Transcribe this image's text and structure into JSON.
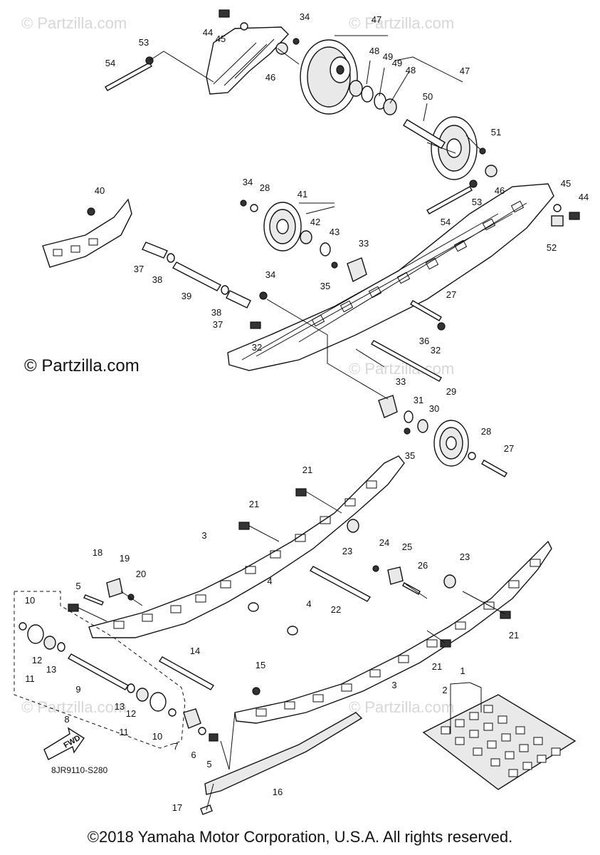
{
  "watermark": {
    "faint": "© Partzilla.com",
    "main": "© Partzilla.com"
  },
  "fwd_label": "FWD",
  "diagram_code": "8JR9110-S280",
  "copyright": "©2018 Yamaha Motor Corporation, U.S.A. All rights reserved.",
  "callouts": {
    "c1": "1",
    "c2": "2",
    "c3a": "3",
    "c3b": "3",
    "c4a": "4",
    "c4b": "4",
    "c5a": "5",
    "c5b": "5",
    "c6": "6",
    "c7": "7",
    "c8": "8",
    "c9": "9",
    "c10a": "10",
    "c10b": "10",
    "c11a": "11",
    "c11b": "11",
    "c12a": "12",
    "c12b": "12",
    "c13a": "13",
    "c13b": "13",
    "c14": "14",
    "c15": "15",
    "c16": "16",
    "c17": "17",
    "c18": "18",
    "c19": "19",
    "c20": "20",
    "c21a": "21",
    "c21b": "21",
    "c21c": "21",
    "c21d": "21",
    "c22": "22",
    "c23a": "23",
    "c23b": "23",
    "c24": "24",
    "c25": "25",
    "c26": "26",
    "c27a": "27",
    "c27b": "27",
    "c28a": "28",
    "c28b": "28",
    "c29": "29",
    "c30": "30",
    "c31": "31",
    "c32a": "32",
    "c32b": "32",
    "c33a": "33",
    "c33b": "33",
    "c34a": "34",
    "c34b": "34",
    "c34c": "34",
    "c35a": "35",
    "c35b": "35",
    "c36": "36",
    "c37a": "37",
    "c37b": "37",
    "c38a": "38",
    "c38b": "38",
    "c39": "39",
    "c40": "40",
    "c41": "41",
    "c42": "42",
    "c43": "43",
    "c44a": "44",
    "c44b": "44",
    "c45a": "45",
    "c45b": "45",
    "c46a": "46",
    "c46b": "46",
    "c47a": "47",
    "c47b": "47",
    "c48a": "48",
    "c48b": "48",
    "c49a": "49",
    "c49b": "49",
    "c50": "50",
    "c51": "51",
    "c52": "52",
    "c53a": "53",
    "c53b": "53",
    "c54a": "54",
    "c54b": "54"
  }
}
